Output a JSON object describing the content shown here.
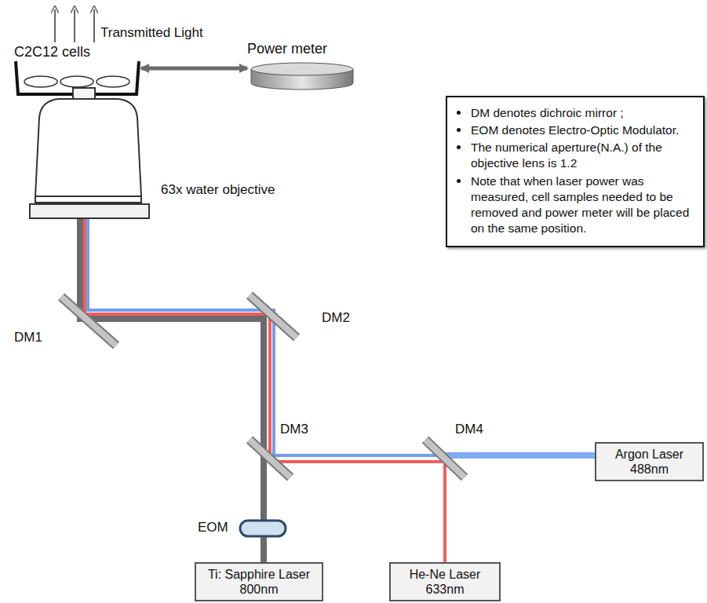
{
  "diagram": {
    "nodes": [
      {
        "text": [
          "C2C12 cells"
        ]
      },
      {
        "text": [
          "Power meter"
        ]
      },
      {
        "text": [
          "DM denotes dichroic mirror ;",
          "EOM denotes Electro-Optic Modulator.",
          "The numerical aperture(N.A.) of the objective lens is 1.2",
          "Note that when laser power was measured, cell samples needed to be removed and power meter will be placed on the same position."
        ]
      },
      {
        "text": [
          "Argon Laser 488nm"
        ]
      },
      {
        "text": [
          "Ti: Sapphire Laser 800nm"
        ]
      },
      {
        "text": [
          "He-Ne Laser 633nm"
        ]
      }
    ],
    "edges": [
      {
        "from": 0,
        "to": 1,
        "arrow": "both"
      }
    ],
    "labels": [
      "Transmitted Light",
      "63x water objective",
      "DM1",
      "DM2",
      "DM3",
      "DM4",
      "EOM"
    ]
  }
}
